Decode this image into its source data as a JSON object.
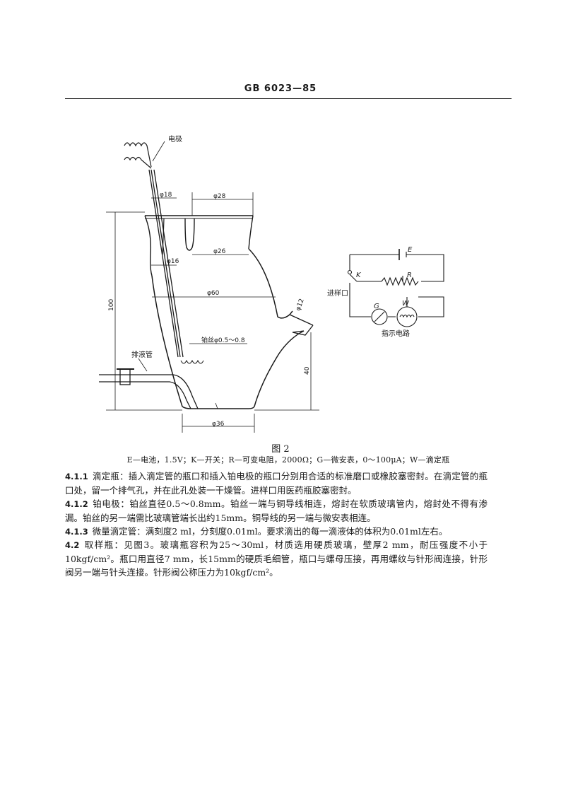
{
  "header": {
    "standard_no": "GB 6023—85"
  },
  "figure": {
    "labels": {
      "electrode": "电极",
      "d18": "φ18",
      "d28": "φ28",
      "d26": "φ26",
      "d16": "φ16",
      "d60": "φ60",
      "d12": "φ12",
      "d36": "φ36",
      "h100": "100",
      "h40": "40",
      "pt_wire": "铂丝φ0.5～0.8",
      "drain": "排液管",
      "inlet": "进样口",
      "circuit": "指示电路",
      "E": "E",
      "K": "K",
      "R": "R",
      "G": "G",
      "W": "W"
    },
    "caption": "图 2",
    "legend": "E—电池，1.5V；K—开关；R—可变电阻，2000Ω；G—微安表，0～100μA；W—滴定瓶"
  },
  "paragraphs": [
    {
      "num": "4.1.1",
      "text": "滴定瓶：插入滴定管的瓶口和插入铂电极的瓶口分别用合适的标准磨口或橡胶塞密封。在滴定管的瓶口处，留一个排气孔，并在此孔处装一干燥管。进样口用医药瓶胶塞密封。"
    },
    {
      "num": "4.1.2",
      "text": "铂电极：铂丝直径0.5～0.8mm。铂丝一端与铜导线相连，熔封在软质玻璃管内，熔封处不得有渗漏。铂丝的另一端需比玻璃管端长出约15mm。铜导线的另一端与微安表相连。"
    },
    {
      "num": "4.1.3",
      "text": "微量滴定管：满刻度2 ml，分刻度0.01ml。要求滴出的每一滴液体的体积为0.01ml左右。"
    },
    {
      "num": "4.2",
      "text": "取样瓶：见图3。玻璃瓶容积为25～30ml，材质选用硬质玻璃，壁厚2 mm，耐压强度不小于10kgf/cm²。瓶口用直径7 mm，长15mm的硬质毛细管，瓶口与螺母压接，再用螺纹与针形阀连接，针形阀另一端与针头连接。针形阀公称压力为10kgf/cm²。"
    }
  ]
}
